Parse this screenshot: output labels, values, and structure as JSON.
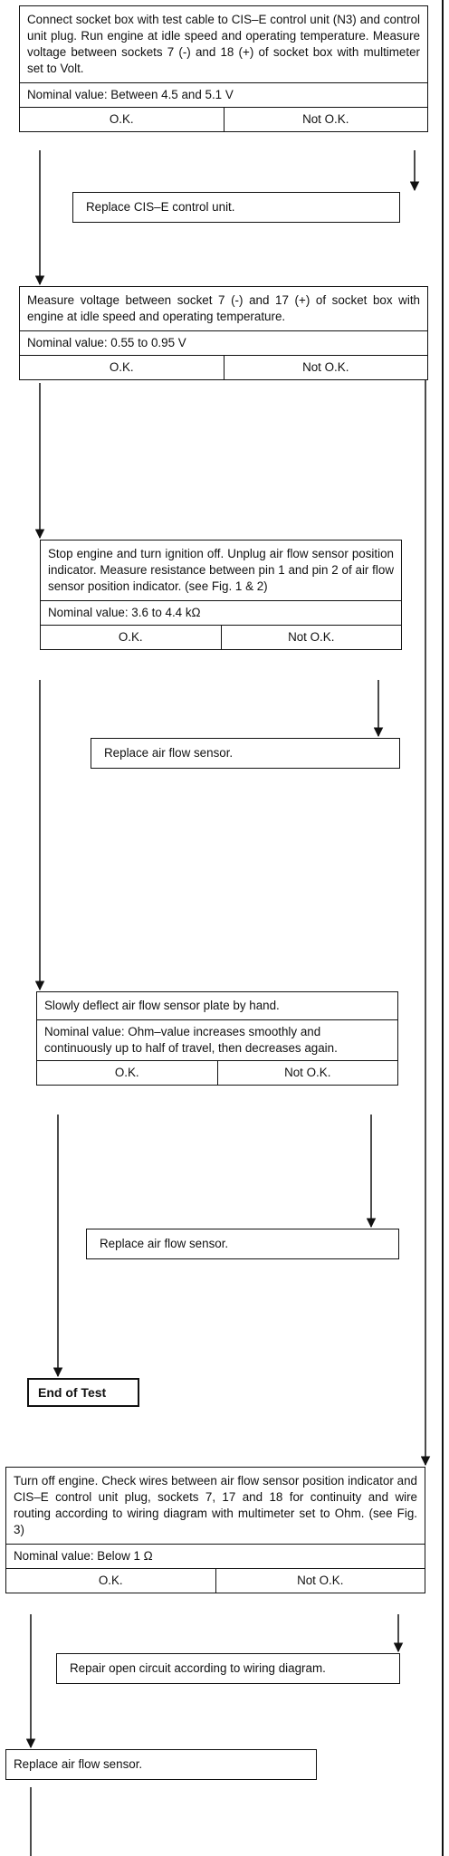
{
  "steps": [
    {
      "text": "Connect socket box with test cable to CIS–E control unit (N3) and control unit plug. Run engine at idle speed and operating temperature. Measure voltage between sockets 7 (-) and 18 (+) of socket box with multimeter set to Volt.",
      "nominal": "Nominal value: Between 4.5 and 5.1 V",
      "ok": "O.K.",
      "not_ok": "Not O.K.",
      "action": "Replace CIS–E control unit."
    },
    {
      "text": "Measure voltage between socket 7 (-) and 17 (+) of socket box with engine at idle speed and operating temperature.",
      "nominal": "Nominal value: 0.55 to 0.95 V",
      "ok": "O.K.",
      "not_ok": "Not O.K."
    },
    {
      "text": "Stop engine and turn ignition off. Unplug air flow sensor position indicator. Measure resistance between pin 1 and pin 2 of air flow sensor position indicator. (see Fig. 1 & 2)",
      "nominal": "Nominal value: 3.6 to 4.4 kΩ",
      "ok": "O.K.",
      "not_ok": "Not O.K.",
      "action": "Replace air flow sensor."
    },
    {
      "text": "Slowly deflect air flow sensor plate by hand.",
      "nominal": "Nominal value: Ohm–value increases smoothly and continuously up to half of travel, then decreases again.",
      "ok": "O.K.",
      "not_ok": "Not O.K.",
      "action": "Replace air flow sensor."
    },
    {
      "text": "Turn off engine. Check wires between air flow sensor position indicator and CIS–E control unit plug, sockets 7, 17 and 18 for continuity and wire routing according to wiring diagram with multimeter set to Ohm. (see Fig. 3)",
      "nominal": "Nominal value: Below 1 Ω",
      "ok": "O.K.",
      "not_ok": "Not O.K.",
      "action": "Repair open circuit according to wiring diagram."
    }
  ],
  "end_of_test": "End of Test",
  "final_action": "Replace air flow sensor."
}
